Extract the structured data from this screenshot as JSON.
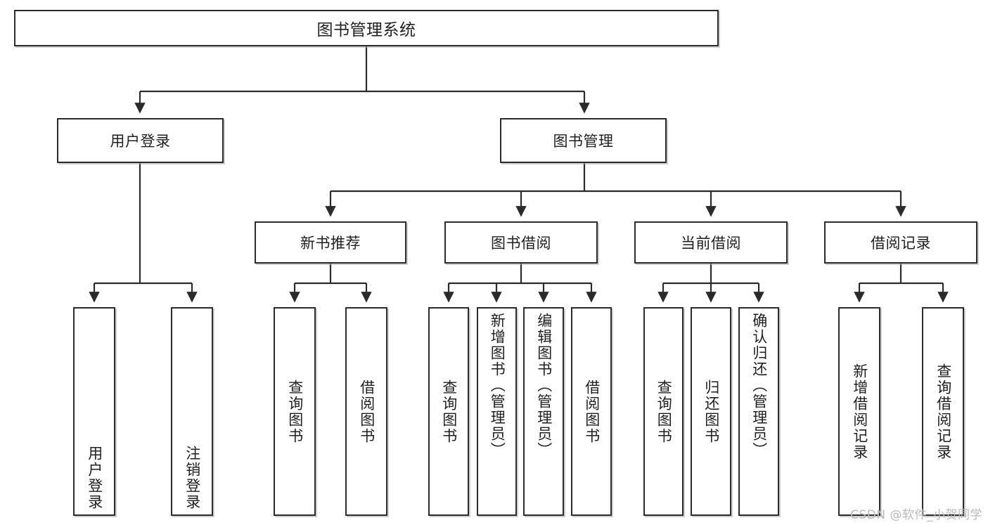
{
  "diagram": {
    "type": "tree",
    "title": "图书管理系统",
    "watermark": "CSDN @软件_小贺同学",
    "root": {
      "label": "图书管理系统"
    },
    "level1": [
      {
        "label": "用户登录"
      },
      {
        "label": "图书管理"
      }
    ],
    "level2": [
      {
        "label": "新书推荐"
      },
      {
        "label": "图书借阅"
      },
      {
        "label": "当前借阅"
      },
      {
        "label": "借阅记录"
      }
    ],
    "leaves": {
      "user_login": [
        {
          "label": "用户登录"
        },
        {
          "label": "注销登录"
        }
      ],
      "new_book_recommend": [
        {
          "label": "查询图书"
        },
        {
          "label": "借阅图书"
        }
      ],
      "book_borrow": [
        {
          "label": "查询图书"
        },
        {
          "label": "新增图书（管理员）"
        },
        {
          "label": "编辑图书（管理员）"
        },
        {
          "label": "借阅图书"
        }
      ],
      "current_borrow": [
        {
          "label": "查询图书"
        },
        {
          "label": "归还图书"
        },
        {
          "label": "确认归还（管理员）"
        }
      ],
      "borrow_record": [
        {
          "label": "新增借阅记录"
        },
        {
          "label": "查询借阅记录"
        }
      ]
    },
    "colors": {
      "stroke": "#2b2b2b",
      "fill": "#ffffff",
      "text": "#1f1f1f",
      "watermark": "#b9b9b9"
    }
  }
}
